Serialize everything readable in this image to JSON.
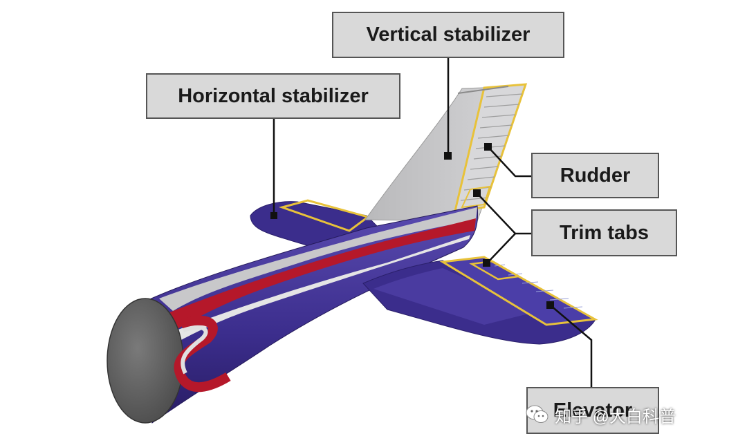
{
  "labels": {
    "vertical_stabilizer": "Vertical stabilizer",
    "horizontal_stabilizer": "Horizontal stabilizer",
    "rudder": "Rudder",
    "trim_tabs": "Trim tabs",
    "elevator": "Elevator"
  },
  "watermark": {
    "text": "知乎 @大白科普",
    "icon": "wechat-icon"
  },
  "colors": {
    "fuselage_blue": "#3b2d8c",
    "fin_gray": "#c4c4c6",
    "stripe_red": "#b5182a",
    "control_surface_outline": "#e8c23a",
    "label_fill": "#d9d9d9",
    "label_border": "#555555",
    "leader_line": "#111111"
  }
}
